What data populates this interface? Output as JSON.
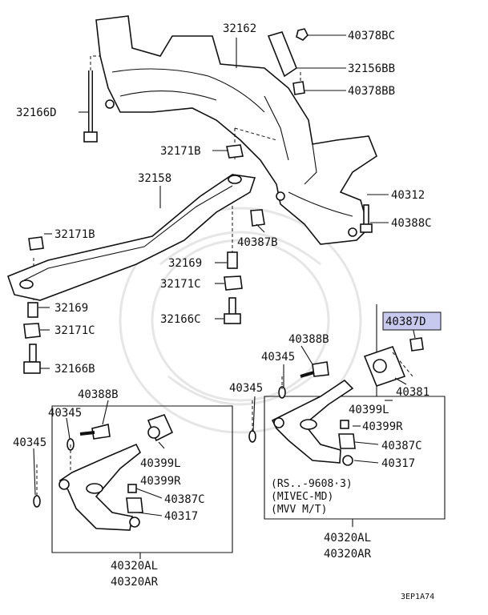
{
  "labels": {
    "p40378BC": "40378BC",
    "p32162": "32162",
    "p32156BB": "32156BB",
    "p40378BB": "40378BB",
    "p32166D": "32166D",
    "p32171B_top": "32171B",
    "p32158": "32158",
    "p40312": "40312",
    "p40388C": "40388C",
    "p32171B_left": "32171B",
    "p40387B": "40387B",
    "p32169_mid": "32169",
    "p32171C_mid": "32171C",
    "p32166C": "32166C",
    "p32169_left": "32169",
    "p32171C_left": "32171C",
    "p32166B": "32166B",
    "p40387D": "40387D",
    "p40388B_right": "40388B",
    "p40345_r1": "40345",
    "p40345_r2": "40345",
    "p40381": "40381",
    "p40399L_right": "40399L",
    "p40399R_right": "40399R",
    "p40387C_right": "40387C",
    "p40317_right": "40317",
    "p40388B_left": "40388B",
    "p40345_l1": "40345",
    "p40345_l2": "40345",
    "p40399L_left": "40399L",
    "p40399R_left": "40399R",
    "p40387C_left": "40387C",
    "p40317_left": "40317",
    "p40320AL_left": "40320AL",
    "p40320AR_left": "40320AR",
    "p40320AL_right": "40320AL",
    "p40320AR_right": "40320AR",
    "note1": "(RS..-9608·3)",
    "note2": "(MIVEC-MD)",
    "note3": "(MVV M/T)",
    "code": "3EP1A74"
  },
  "highlight": {
    "label": "40387D",
    "color": "#c7c9ee"
  }
}
